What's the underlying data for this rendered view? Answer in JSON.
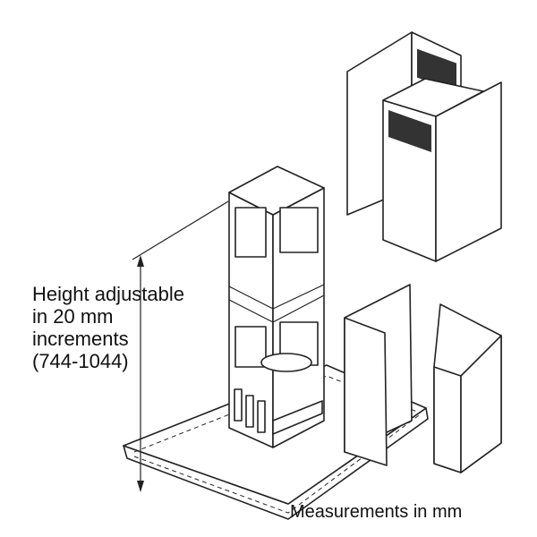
{
  "diagram": {
    "height_note": {
      "lines": [
        "Height adjustable",
        "in 20 mm",
        "increments",
        "(744-1044)"
      ]
    },
    "units_note": "Measurements in mm"
  }
}
